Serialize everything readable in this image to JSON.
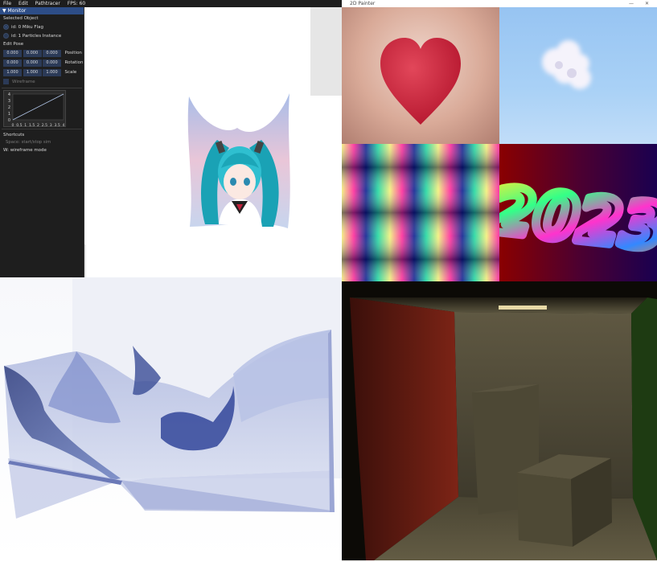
{
  "menu": [
    "File",
    "Edit",
    "Pathtracer",
    "FPS: 60"
  ],
  "monitor": {
    "title": "▼ Monitor",
    "selected_label": "Selected Object",
    "objects": [
      "id: 0 Miku Flag",
      "id: 1 Particles Instance"
    ],
    "edit_pose_label": "Edit Pose",
    "position": {
      "values": [
        "0.000",
        "0.000",
        "0.000"
      ],
      "label": "Position"
    },
    "rotation": {
      "values": [
        "0.000",
        "0.000",
        "0.000"
      ],
      "label": "Rotation"
    },
    "scale": {
      "values": [
        "1.000",
        "1.000",
        "1.000"
      ],
      "label": "Scale"
    },
    "wireframe_label": "Wireframe",
    "shortcuts_label": "Shortcuts",
    "shortcut_space": "Space: start/stop sim",
    "shortcut_w": "W: wireframe mode"
  },
  "chart_data": {
    "type": "line",
    "x": [
      0,
      4
    ],
    "series": [
      {
        "values": [
          0,
          4
        ]
      }
    ],
    "xticks": [
      "0",
      "0.5",
      "1",
      "1.5",
      "2",
      "2.5",
      "3",
      "3.5",
      "4"
    ],
    "yticks": [
      "4",
      "3",
      "2",
      "1",
      "0"
    ],
    "xlim": [
      0,
      4
    ],
    "ylim": [
      0,
      4
    ],
    "title": "",
    "xlabel": "",
    "ylabel": ""
  },
  "window2": {
    "title": "2D Painter",
    "min": "—",
    "close": "✕"
  },
  "tiles": {
    "year_text": "2023"
  },
  "colors": {
    "accent": "#2d4d87",
    "field": "#2b3a57",
    "panel": "#1e1e1e"
  }
}
